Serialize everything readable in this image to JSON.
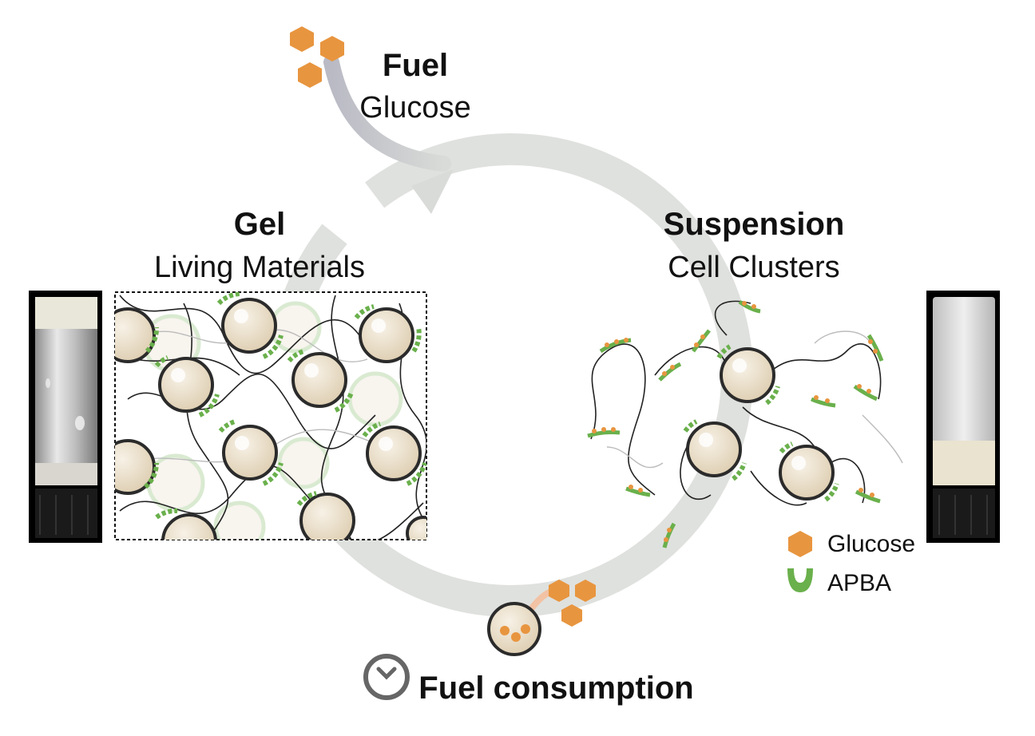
{
  "fuel": {
    "title": "Fuel",
    "subtitle": "Glucose"
  },
  "gel": {
    "title": "Gel",
    "subtitle": "Living Materials"
  },
  "suspension": {
    "title": "Suspension",
    "subtitle": "Cell Clusters"
  },
  "consumption": {
    "label": "Fuel consumption"
  },
  "legend": [
    {
      "label": "Glucose",
      "icon": "hexagon-icon",
      "color": "#e8953f"
    },
    {
      "label": "APBA",
      "icon": "apba-cup-icon",
      "color": "#6ab04c"
    }
  ],
  "colors": {
    "glucose": "#e8953f",
    "apba": "#6ab04c",
    "cell": "#e4d6bd",
    "cycle_arrow": "#d9dbd8"
  }
}
